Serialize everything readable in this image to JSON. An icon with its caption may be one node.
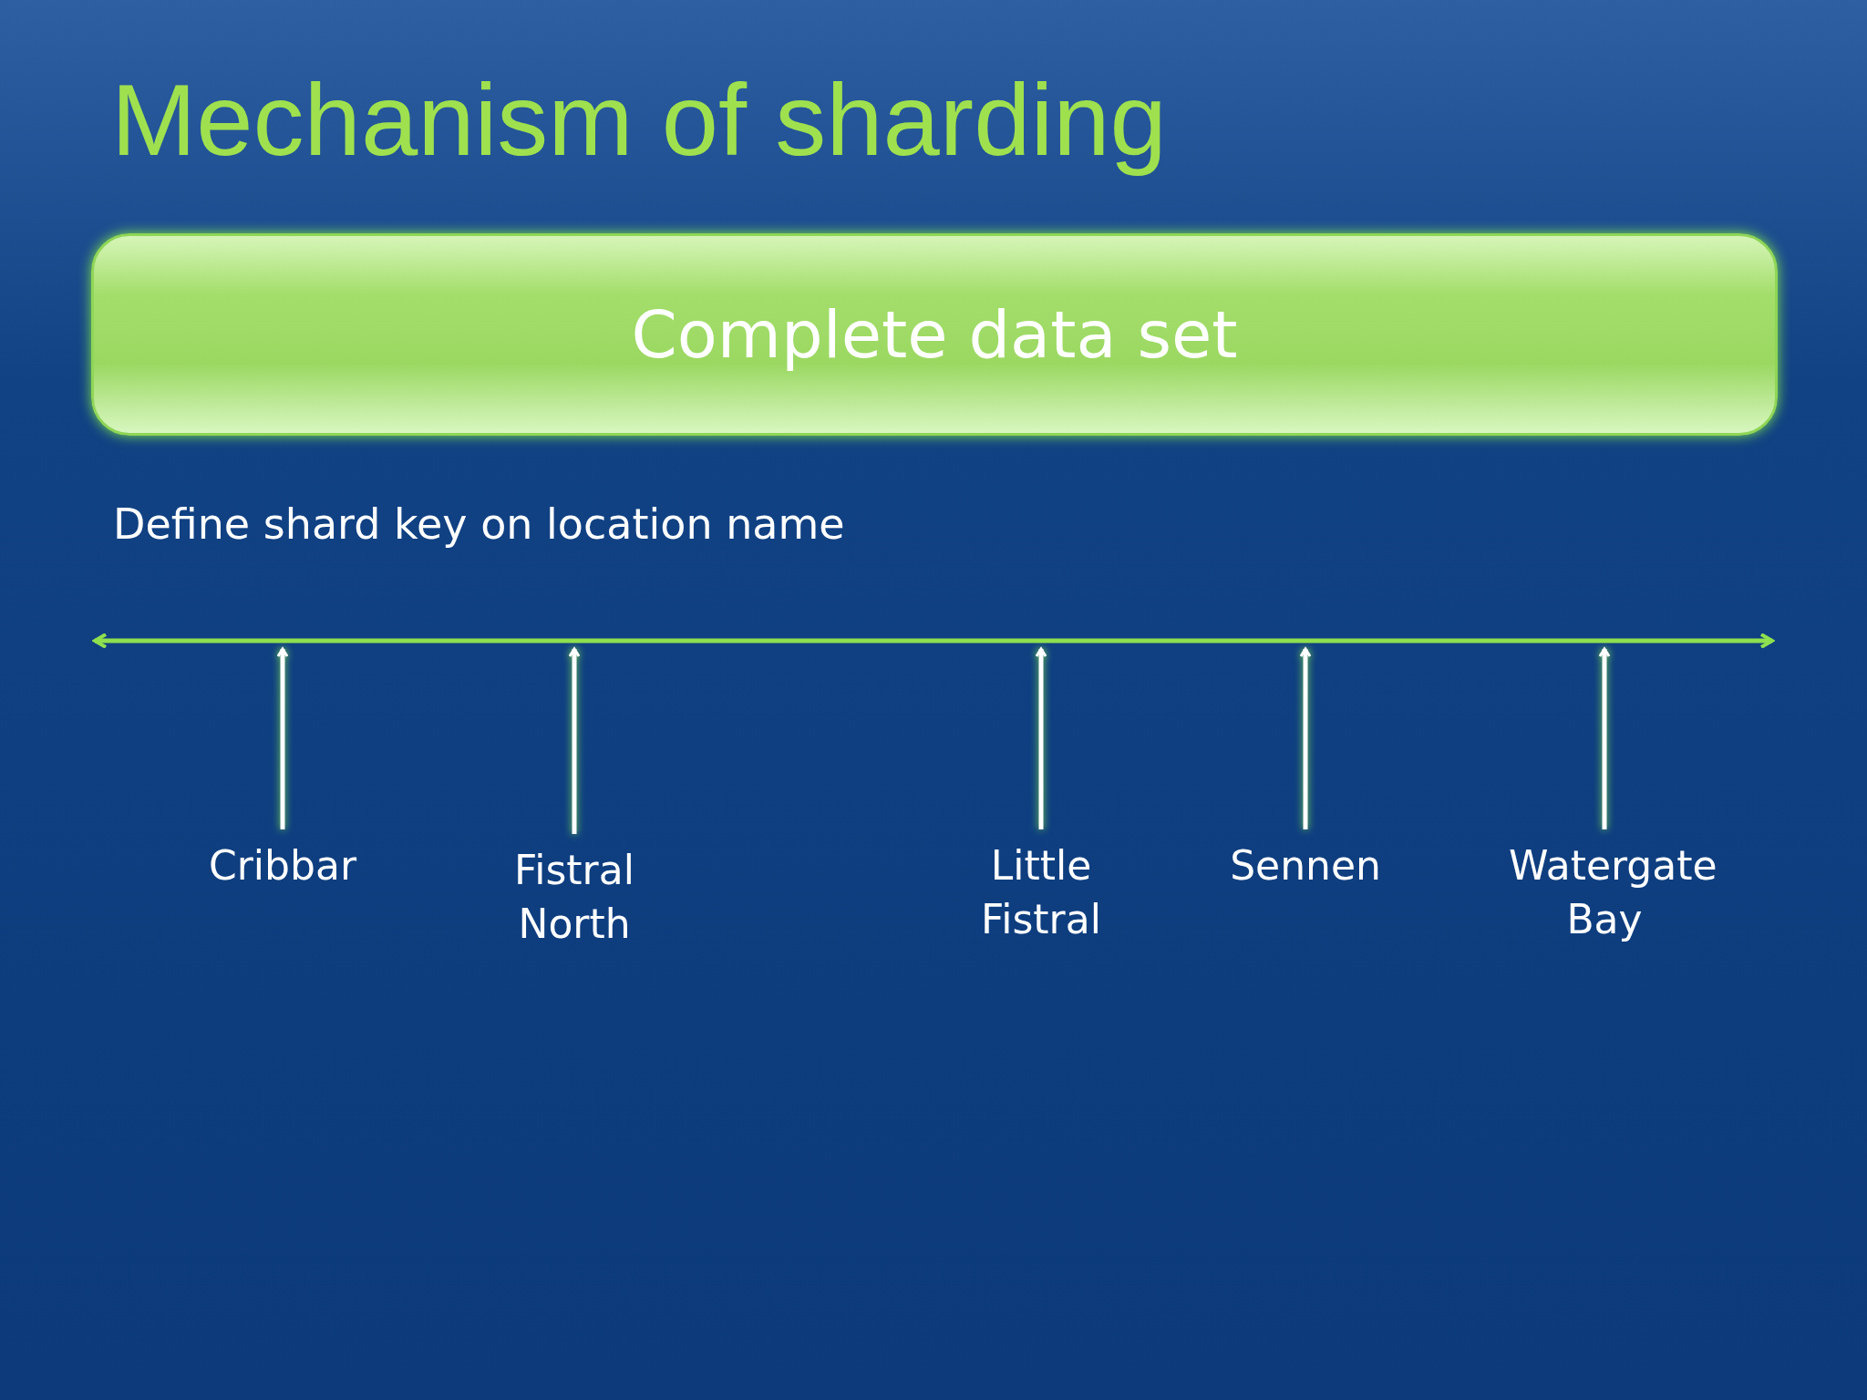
{
  "diagram": {
    "title": "Mechanism of sharding",
    "nodes": [
      {
        "text": [
          "Complete data set"
        ]
      },
      {
        "text": [
          "Cribbar"
        ]
      },
      {
        "text": [
          "Fistral North"
        ]
      },
      {
        "text": [
          "Little Fistral"
        ]
      },
      {
        "text": [
          "Sennen"
        ]
      },
      {
        "text": [
          "Watergate Bay"
        ]
      }
    ],
    "edges": [
      {
        "from": 1,
        "to": null,
        "arrow": "to"
      },
      {
        "from": 2,
        "to": null,
        "arrow": "to"
      },
      {
        "from": 3,
        "to": null,
        "arrow": "to"
      },
      {
        "from": 4,
        "to": null,
        "arrow": "to"
      },
      {
        "from": 5,
        "to": null,
        "arrow": "to"
      }
    ],
    "labels": [
      "Define shard key on location name"
    ]
  }
}
